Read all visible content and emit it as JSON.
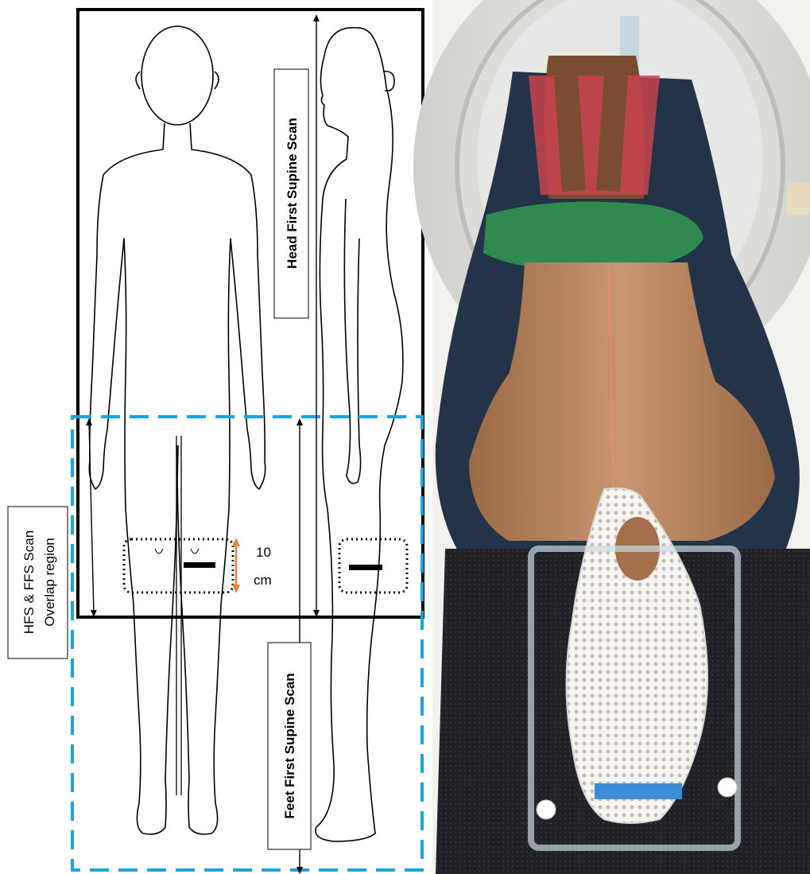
{
  "labels": {
    "hfs_scan": "Head First Supine Scan",
    "ffs_scan": "Feet First Supine Scan",
    "overlap_line1": "HFS & FFS Scan",
    "overlap_line2": "Overlap region",
    "measure_value": "10",
    "measure_unit": "cm"
  },
  "colors": {
    "hfs_box": "#000000",
    "ffs_box": "#1aa3dc",
    "measure_arrow": "#e8843c"
  }
}
